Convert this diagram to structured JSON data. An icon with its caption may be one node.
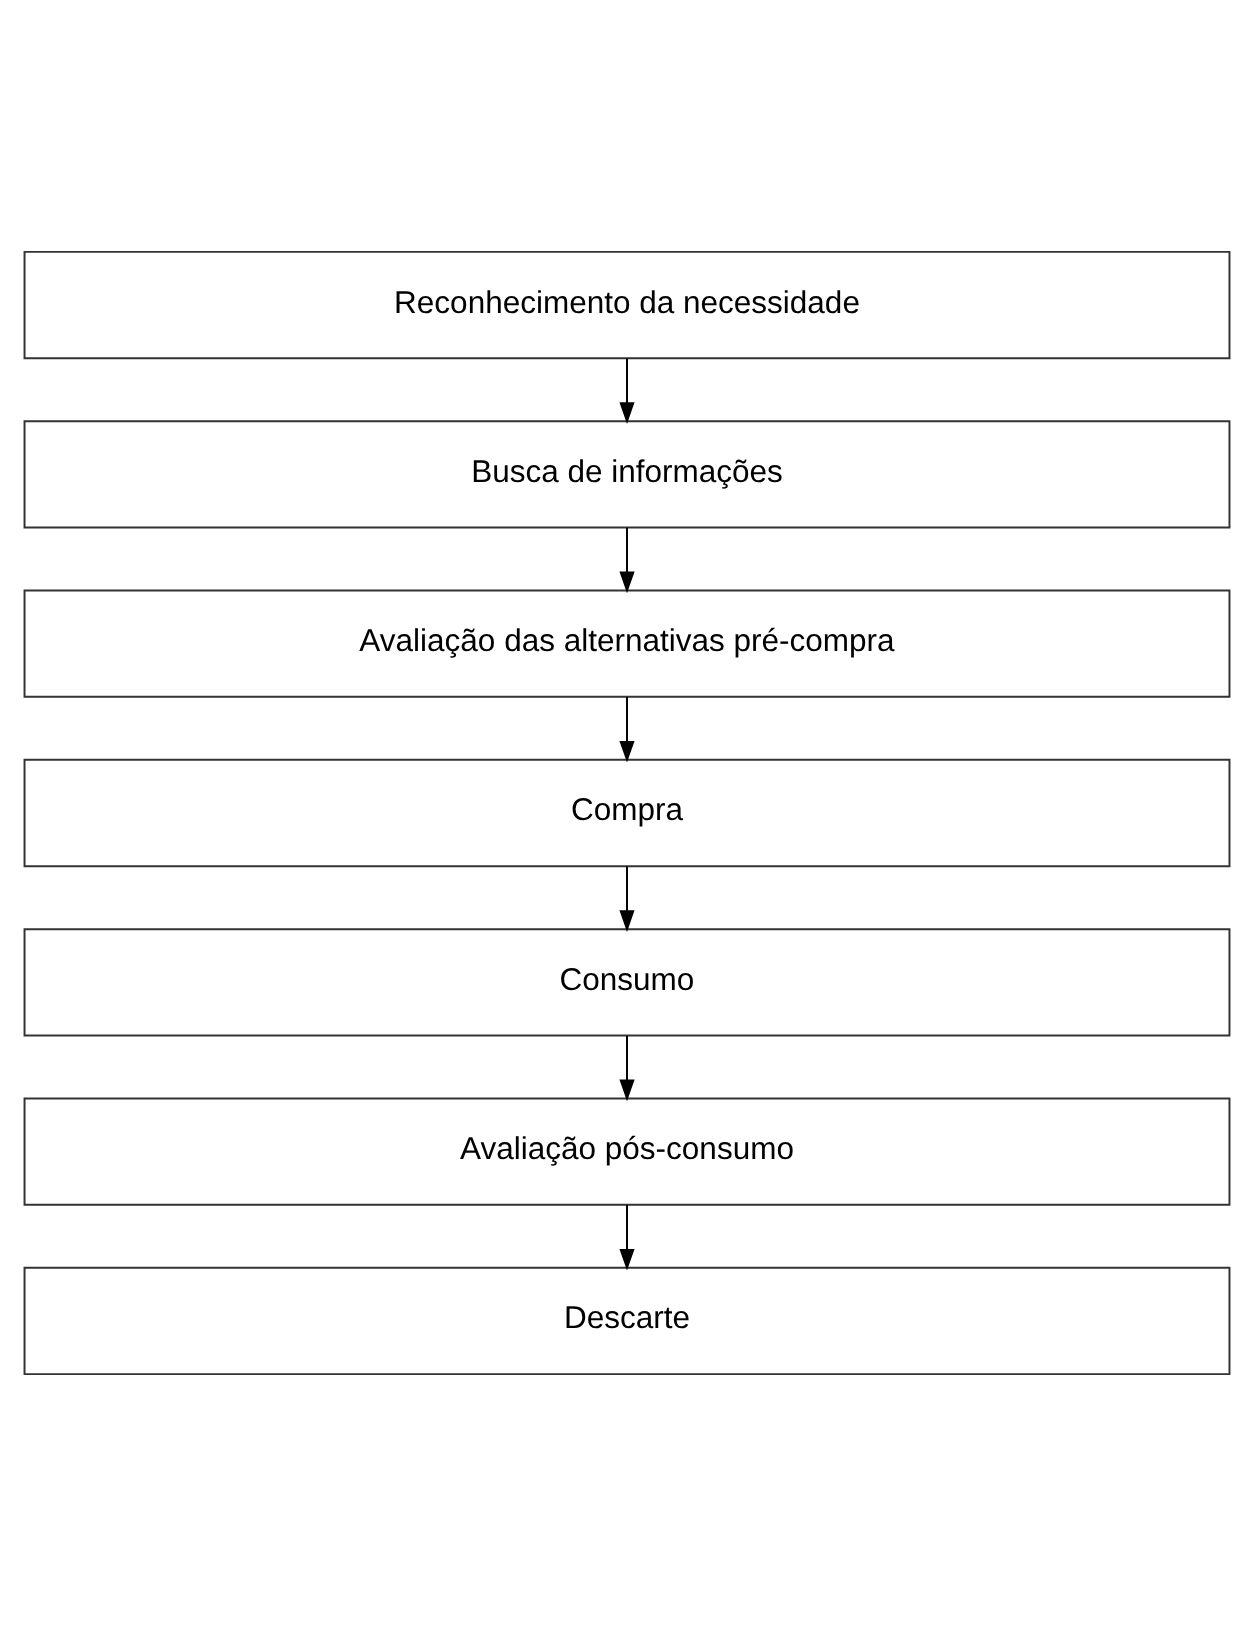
{
  "diagram": {
    "nodes": [
      {
        "text": [
          "Reconhecimento da necessidade"
        ]
      },
      {
        "text": [
          "Busca de informações"
        ]
      },
      {
        "text": [
          "Avaliação das alternativas pré-compra"
        ]
      },
      {
        "text": [
          "Compra"
        ]
      },
      {
        "text": [
          "Consumo"
        ]
      },
      {
        "text": [
          "Avaliação pós-consumo"
        ]
      },
      {
        "text": [
          "Descarte"
        ]
      }
    ],
    "edges": [
      {
        "from": 0,
        "to": 1,
        "arrow": "to"
      },
      {
        "from": 1,
        "to": 2,
        "arrow": "to"
      },
      {
        "from": 2,
        "to": 3,
        "arrow": "to"
      },
      {
        "from": 3,
        "to": 4,
        "arrow": "to"
      },
      {
        "from": 4,
        "to": 5,
        "arrow": "to"
      },
      {
        "from": 5,
        "to": 6,
        "arrow": "to"
      }
    ]
  }
}
